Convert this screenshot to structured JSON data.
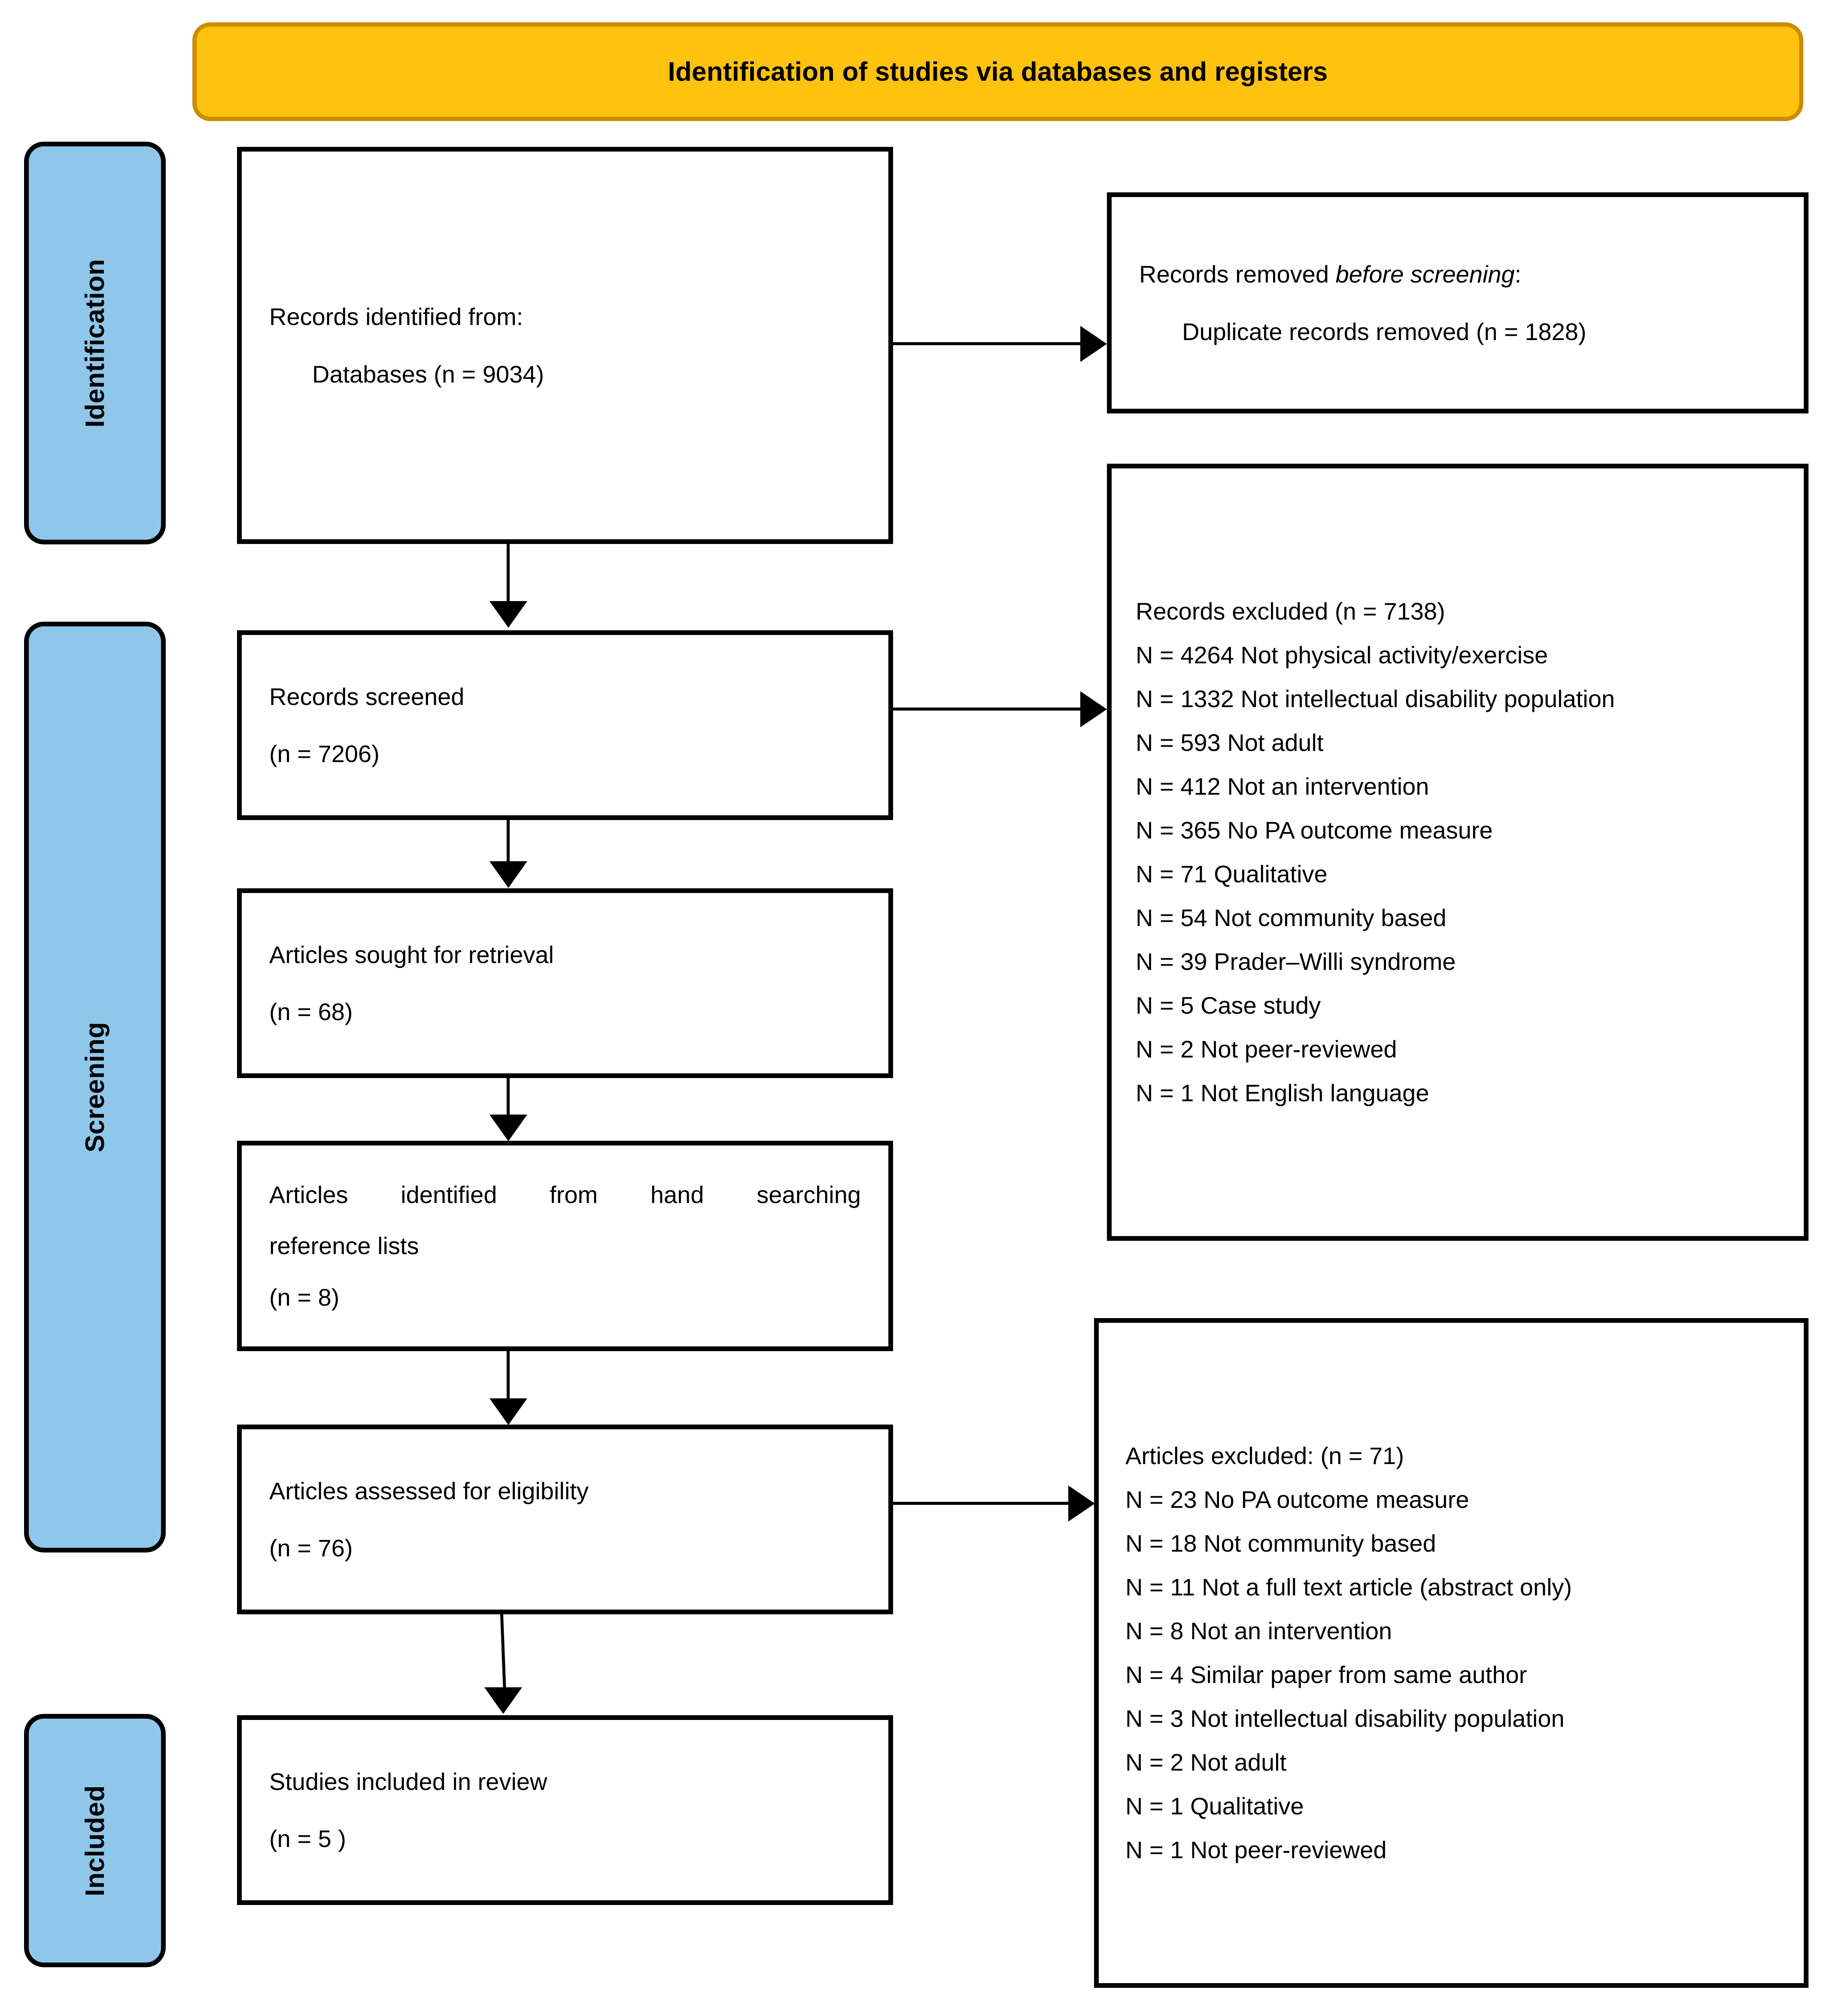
{
  "banner": {
    "title": "Identification of studies via databases and registers"
  },
  "colors": {
    "banner_fill": "#FFC20E",
    "banner_border": "#CC8C00",
    "stage_fill": "#8FC7EA",
    "stage_border": "#000000",
    "box_border": "#000000",
    "box_fill": "#FFFFFF"
  },
  "stages": [
    {
      "id": "identification",
      "label": "Identification"
    },
    {
      "id": "screening",
      "label": "Screening"
    },
    {
      "id": "included",
      "label": "Included"
    }
  ],
  "boxes": {
    "identified": {
      "line1": "Records identified from:",
      "line2": "Databases (n = 9034)"
    },
    "removed": {
      "line1_prefix": "Records removed ",
      "line1_italic": "before screening",
      "line1_suffix": ":",
      "line2": "Duplicate records removed (n = 1828)"
    },
    "screened": {
      "line1": "Records screened",
      "line2": "(n = 7206)"
    },
    "sought": {
      "line1": "Articles sought for retrieval",
      "line2": "(n = 68)"
    },
    "handsearch": {
      "line1": "Articles identified from hand searching",
      "line2": "reference lists",
      "line3": "(n = 8)"
    },
    "assessed": {
      "line1": "Articles assessed for eligibility",
      "line2": "(n = 76)"
    },
    "included": {
      "line1": "Studies included in review",
      "line2": "(n = 5 )"
    },
    "records_excluded": {
      "header": "Records excluded (n = 7138)",
      "reasons": [
        "N = 4264 Not physical activity/exercise",
        "N = 1332 Not intellectual disability population",
        "N = 593 Not adult",
        "N = 412 Not an intervention",
        "N = 365 No PA outcome measure",
        "N = 71 Qualitative",
        "N = 54 Not community based",
        "N = 39 Prader–Willi syndrome",
        "N = 5 Case study",
        "N = 2 Not peer-reviewed",
        "N = 1 Not English language"
      ]
    },
    "articles_excluded": {
      "header": "Articles excluded: (n = 71)",
      "reasons": [
        "N = 23 No PA outcome measure",
        "N = 18 Not community based",
        "N = 11 Not a full text article (abstract only)",
        "N = 8 Not an intervention",
        "N = 4 Similar paper from same author",
        "N = 3 Not intellectual disability population",
        "N = 2 Not adult",
        "N = 1 Qualitative",
        "N = 1 Not peer-reviewed"
      ]
    }
  }
}
